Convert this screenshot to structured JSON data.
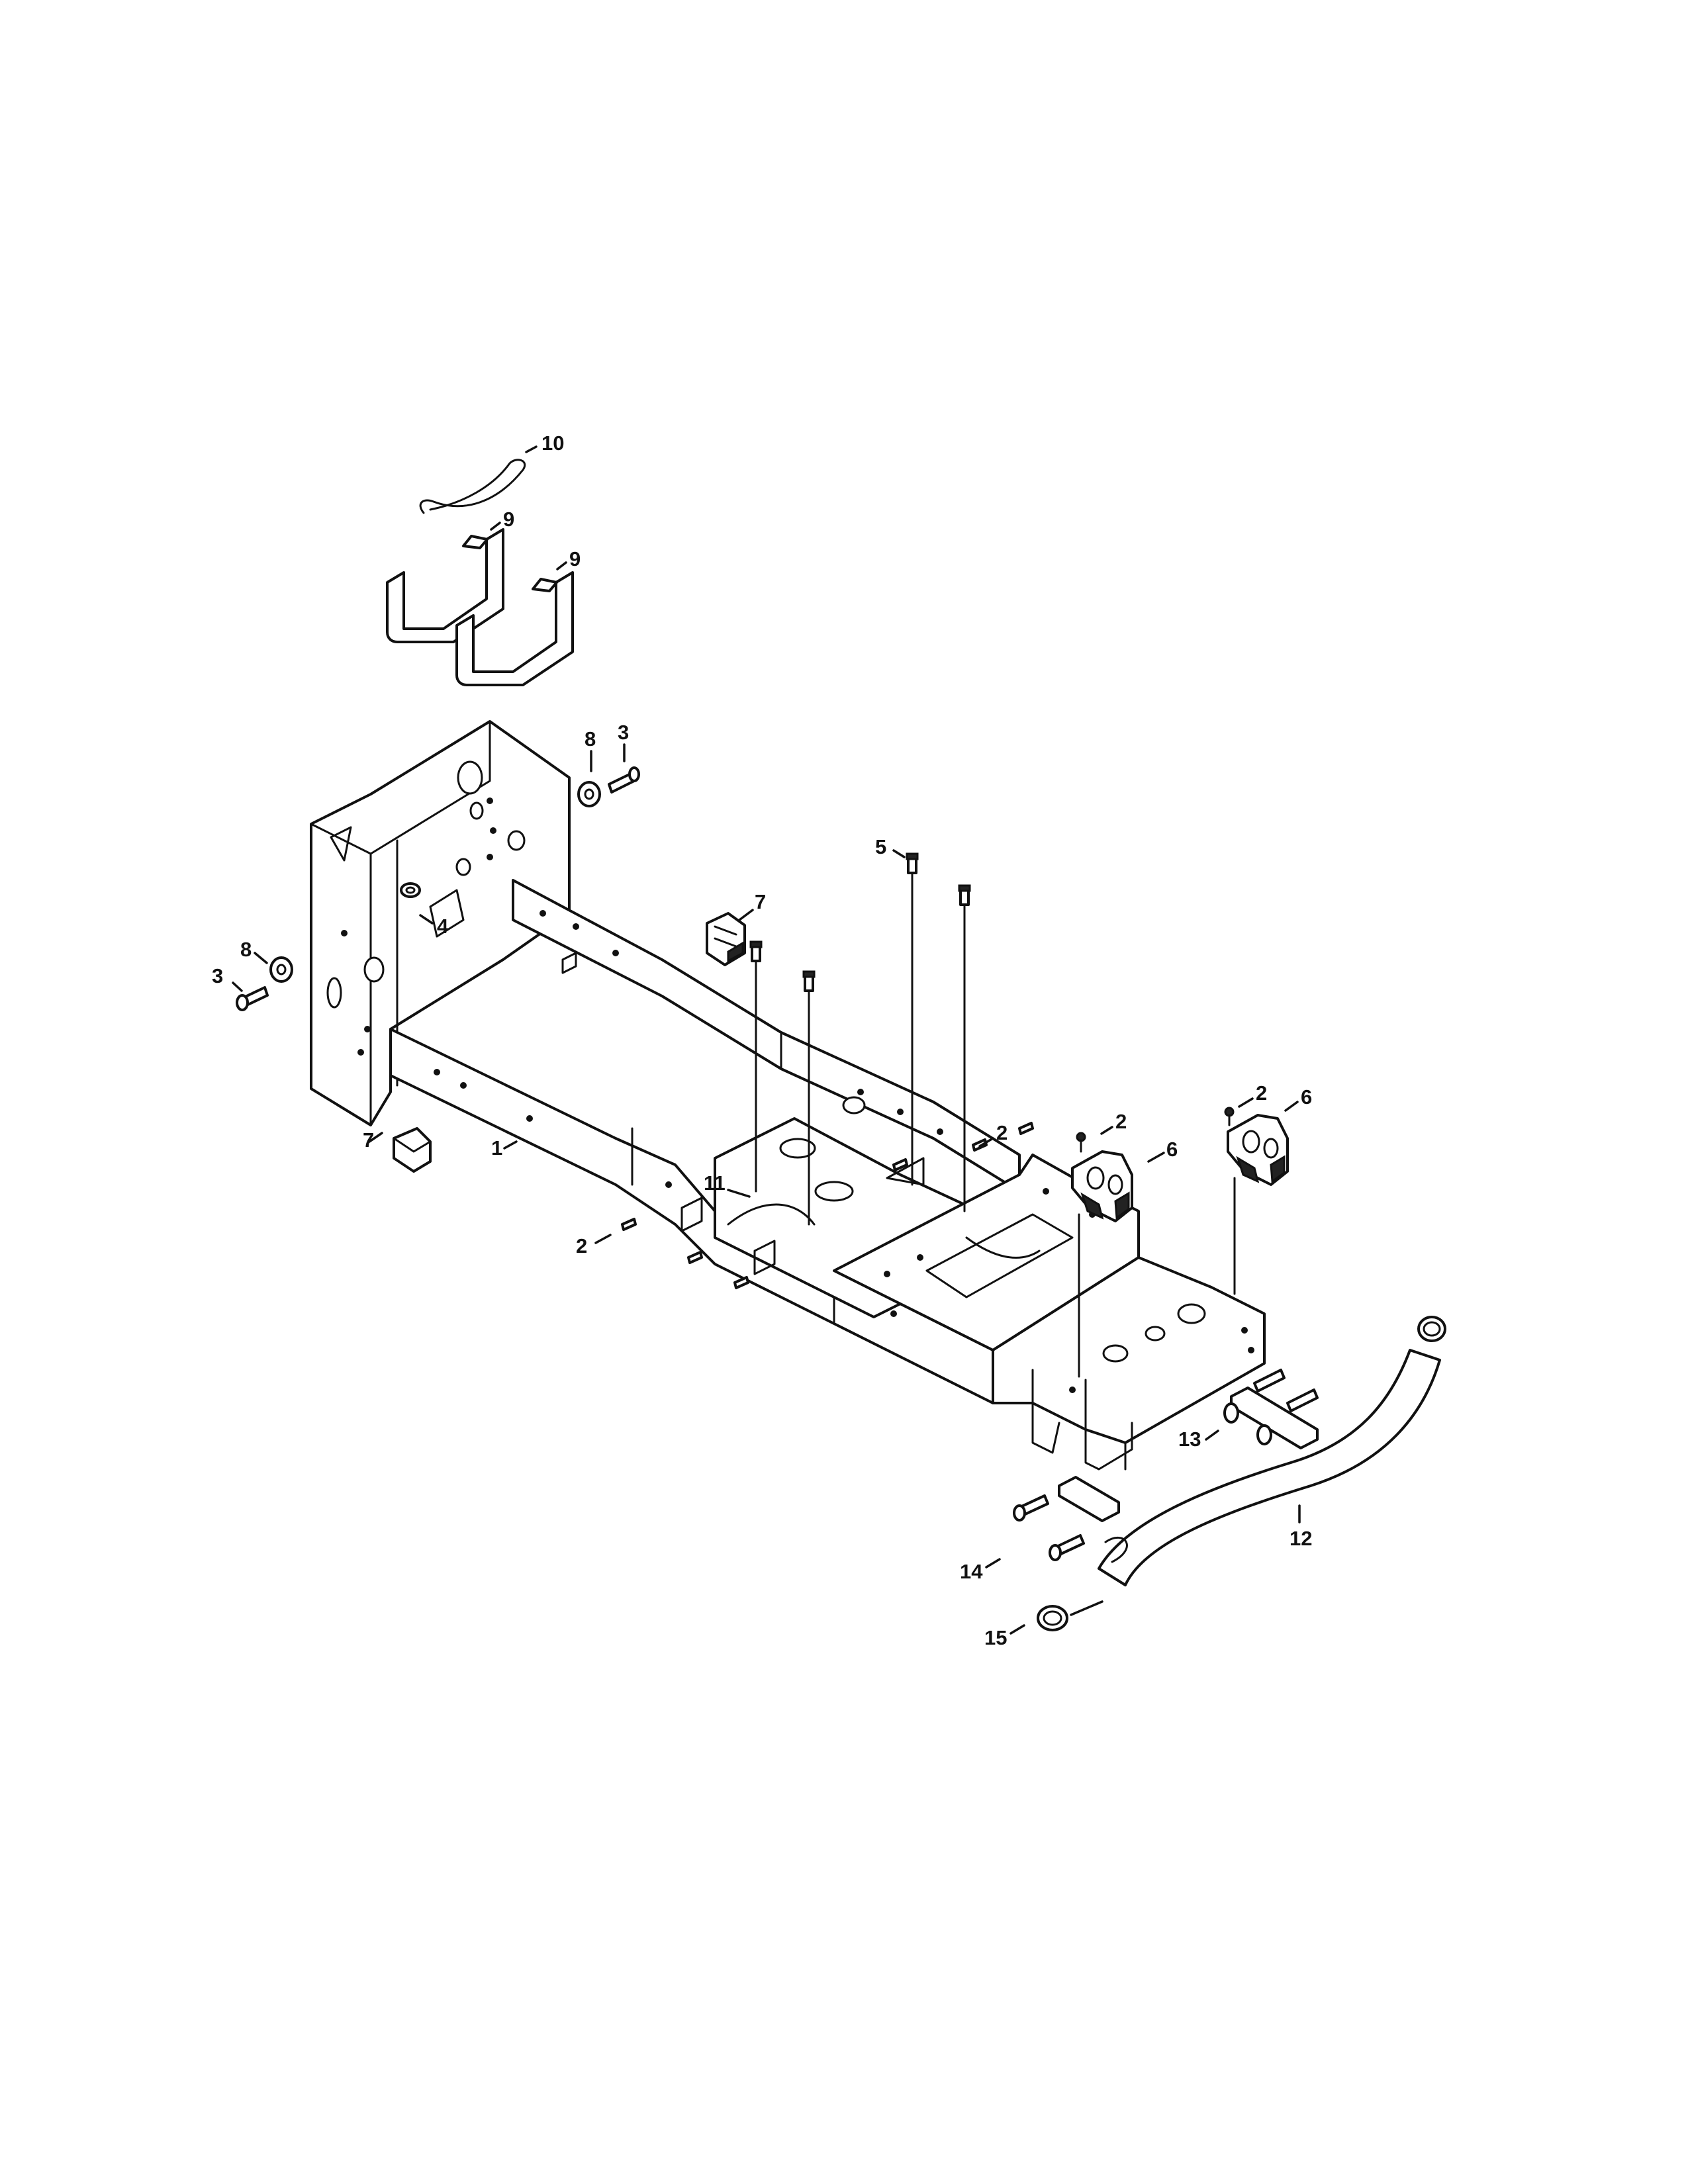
{
  "callouts": {
    "c1": "1",
    "c2a": "2",
    "c2b": "2",
    "c2c": "2",
    "c2d": "2",
    "c3a": "3",
    "c3b": "3",
    "c4": "4",
    "c5": "5",
    "c6a": "6",
    "c6b": "6",
    "c7a": "7",
    "c7b": "7",
    "c8a": "8",
    "c8b": "8",
    "c9a": "9",
    "c9b": "9",
    "c10": "10",
    "c11": "11",
    "c12": "12",
    "c13": "13",
    "c14": "14",
    "c15": "15"
  }
}
